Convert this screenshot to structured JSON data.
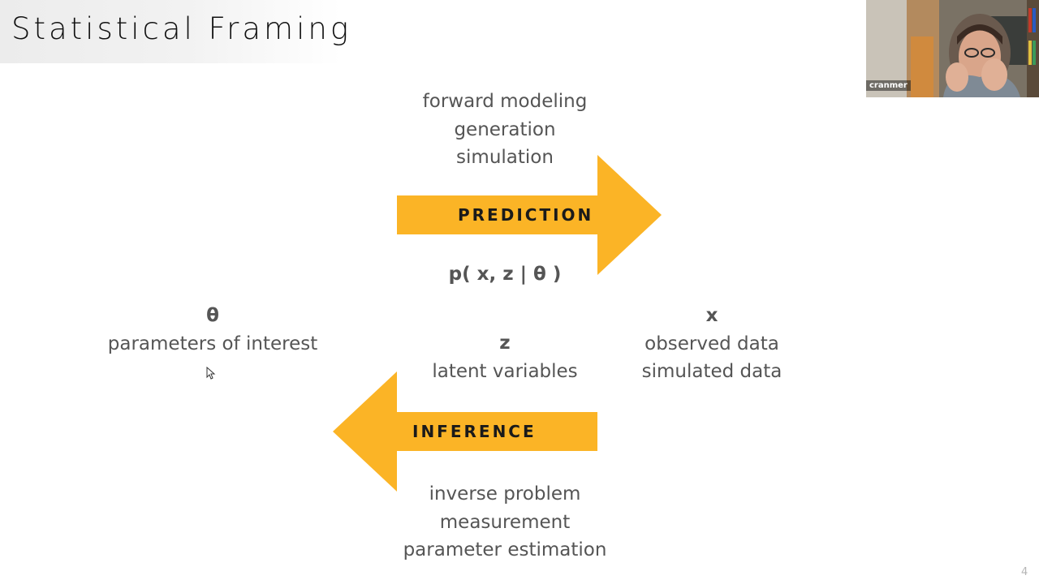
{
  "slide": {
    "title": "Statistical Framing",
    "page_number": "4"
  },
  "forward": {
    "lines": [
      "forward modeling",
      "generation",
      "simulation"
    ]
  },
  "prediction": {
    "label": "PREDICTION",
    "color": "#FBB426"
  },
  "formula": "p( x, z | θ )",
  "theta": {
    "symbol": "θ",
    "description": "parameters of interest"
  },
  "latent": {
    "symbol": "z",
    "description": "latent variables"
  },
  "observed": {
    "symbol": "x",
    "lines": [
      "observed data",
      "simulated data"
    ]
  },
  "inference": {
    "label": "INFERENCE",
    "color": "#FBB426"
  },
  "inverse": {
    "lines": [
      "inverse problem",
      "measurement",
      "parameter estimation"
    ]
  },
  "webcam": {
    "name": "cranmer"
  }
}
